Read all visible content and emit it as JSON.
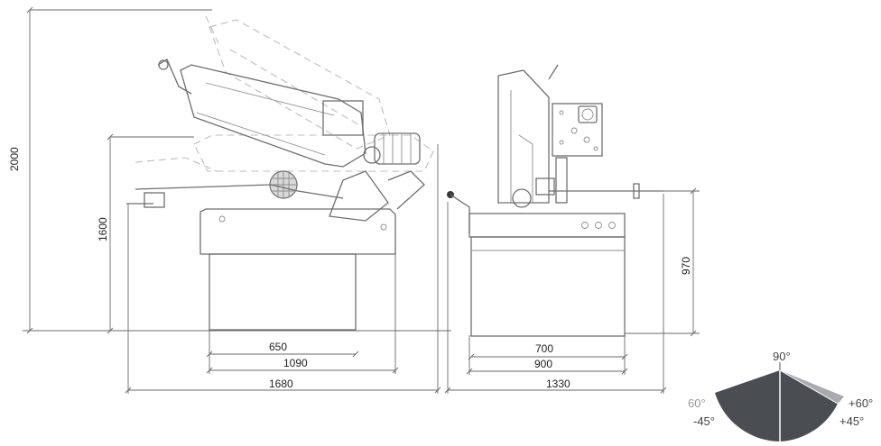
{
  "dimensions": {
    "side_view": {
      "total_height": "2000",
      "table_height": "1600",
      "base_width": "650",
      "base_depth": "1090",
      "overall_length": "1680"
    },
    "front_view": {
      "table_height": "970",
      "base_width": "700",
      "base_depth": "900",
      "overall_width": "1330"
    }
  },
  "angle_range": {
    "top": "90°",
    "left_upper": "60°",
    "left_lower": "-45°",
    "right_upper": "+60°",
    "right_lower": "+45°"
  },
  "colors": {
    "line": "#6f6f6f",
    "ghost_outline": "#b8bfc6",
    "sector_dark": "#4a4e53",
    "sector_light": "#a9abae"
  }
}
